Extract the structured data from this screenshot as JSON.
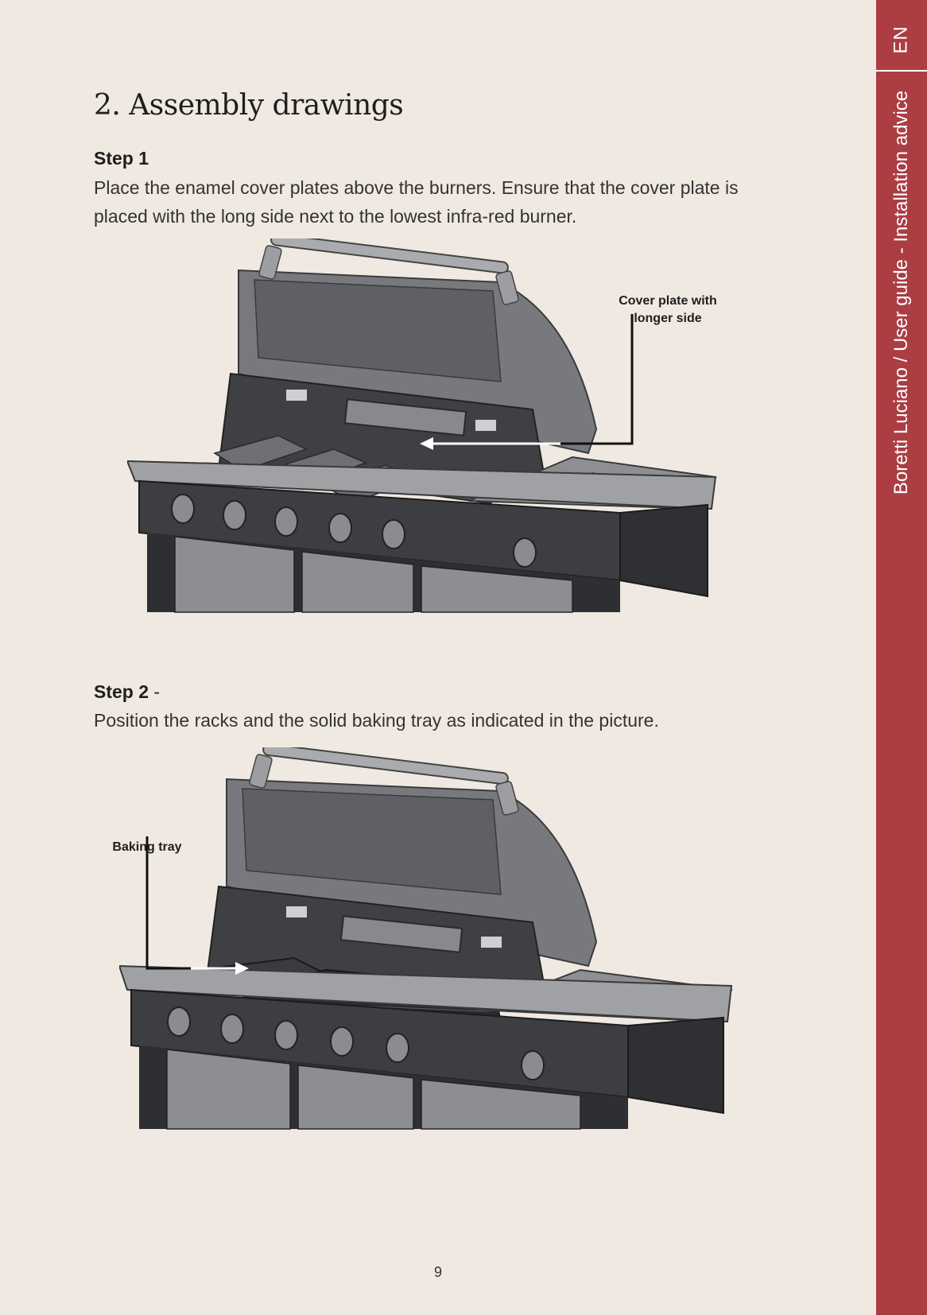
{
  "sidebar": {
    "language": "EN",
    "title": "Boretti Luciano / User guide - Installation advice"
  },
  "section": {
    "title": "2. Assembly drawings"
  },
  "steps": [
    {
      "label": "Step 1",
      "suffix": "",
      "text": "Place the enamel cover plates above the burners. Ensure that the cover plate is placed with the long side next to the lowest infra-red burner.",
      "callout": [
        "Cover plate with",
        "longer side"
      ]
    },
    {
      "label": "Step 2",
      "suffix": " -",
      "text": "Position the racks and the solid baking tray as indicated in the picture.",
      "callout": [
        "Baking tray"
      ]
    }
  ],
  "footer": {
    "page_number": "9"
  },
  "colors": {
    "sidebar": "#ab3d43",
    "background": "#f0e9e2"
  }
}
